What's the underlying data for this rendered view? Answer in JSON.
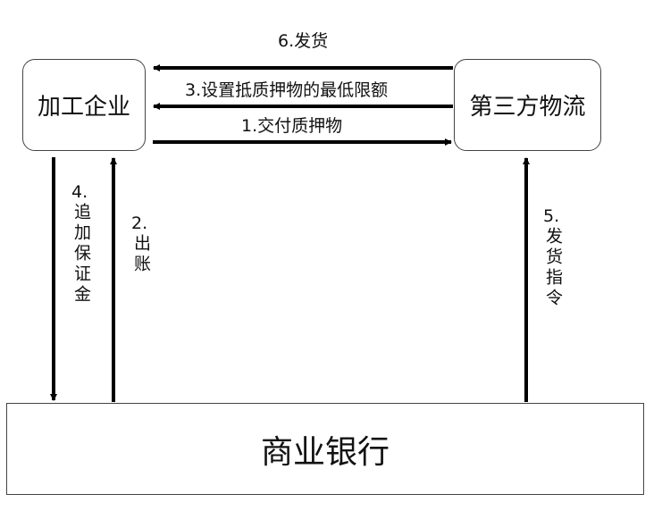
{
  "nodes": {
    "enterprise": "加工企业",
    "logistics": "第三方物流",
    "bank": "商业银行"
  },
  "flows": {
    "deliver_pledge": "1.交付质押物",
    "loan": {
      "num": "2.",
      "text": "出账"
    },
    "min_limit": "3.设置抵质押物的最低限额",
    "add_deposit": {
      "num": "4.",
      "text": "追加保证金"
    },
    "ship_instruction": {
      "num": "5.",
      "text": "发货指令"
    },
    "ship": "6.发货"
  }
}
